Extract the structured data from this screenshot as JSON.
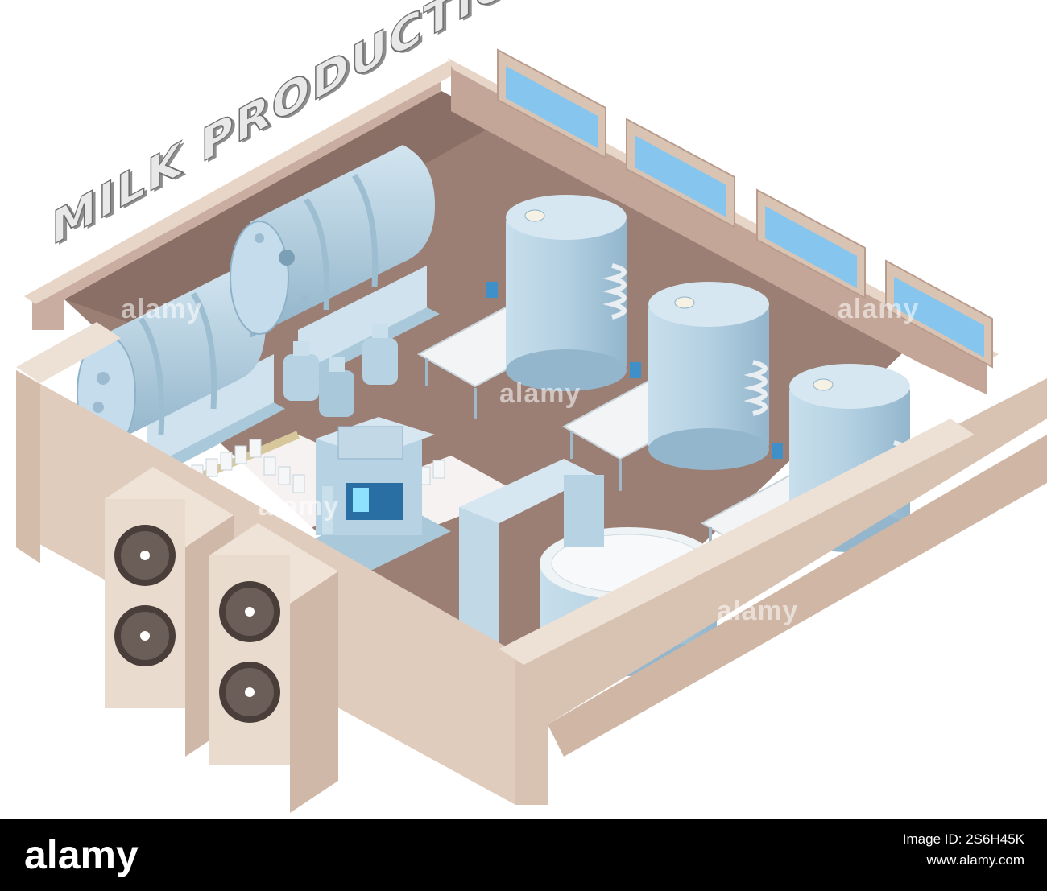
{
  "scene": {
    "title": "MILK PRODUCTION",
    "watermark": "alamy",
    "colors": {
      "wall_top": "#e7d6c8",
      "wall_inner": "#c7aa9c",
      "wall_outer": "#d9c4b4",
      "floor": "#9b7f75",
      "equipment": "#b6d2e3",
      "equipment_light": "#d6e7f1",
      "equipment_dark": "#8fb2c8",
      "window_glass": "#86c6ee"
    }
  },
  "footer": {
    "logo": "alamy",
    "image_id_label": "Image ID: 2S6H45K",
    "url": "www.alamy.com"
  }
}
